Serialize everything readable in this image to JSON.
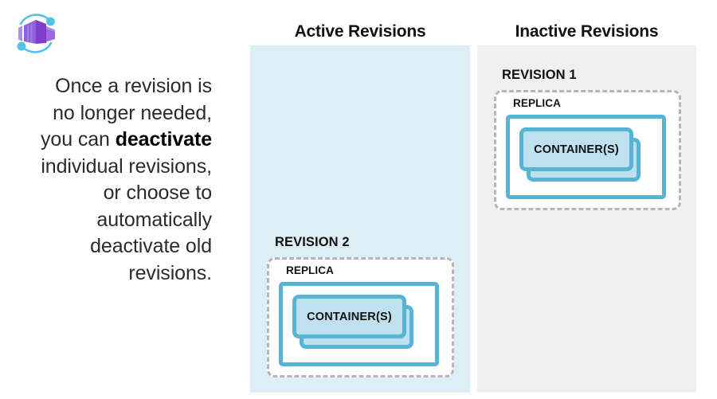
{
  "logo": {
    "icon": "azure-container-apps-icon",
    "colors": {
      "box_dark": "#7d3fc9",
      "box_mid": "#9b64e0",
      "box_light": "#b18ce8",
      "orbit": "#50c4e2"
    }
  },
  "intro": {
    "line1": "Once a revision is",
    "line2": "no longer needed,",
    "line3_pre": "you can ",
    "line3_bold": "deactivate",
    "line4": "individual revisions,",
    "line5": "or choose to",
    "line6": "automatically",
    "line7": "deactivate old",
    "line8": "revisions."
  },
  "columns": {
    "active": {
      "title": "Active Revisions",
      "bg_color": "#ddeef6"
    },
    "inactive": {
      "title": "Inactive Revisions",
      "bg_color": "#f0f0f0"
    }
  },
  "revisions": [
    {
      "id": "revision-1",
      "label": "REVISION 1",
      "column": "inactive",
      "replica_label": "REPLICA",
      "container_label": "CONTAINER(S)"
    },
    {
      "id": "revision-2",
      "label": "REVISION 2",
      "column": "active",
      "replica_label": "REPLICA",
      "container_label": "CONTAINER(S)"
    }
  ],
  "palette": {
    "container_border": "#58b4d4",
    "container_fill": "#bfe0ef",
    "revision_dash": "#b6b6b6",
    "text": "#111111"
  }
}
